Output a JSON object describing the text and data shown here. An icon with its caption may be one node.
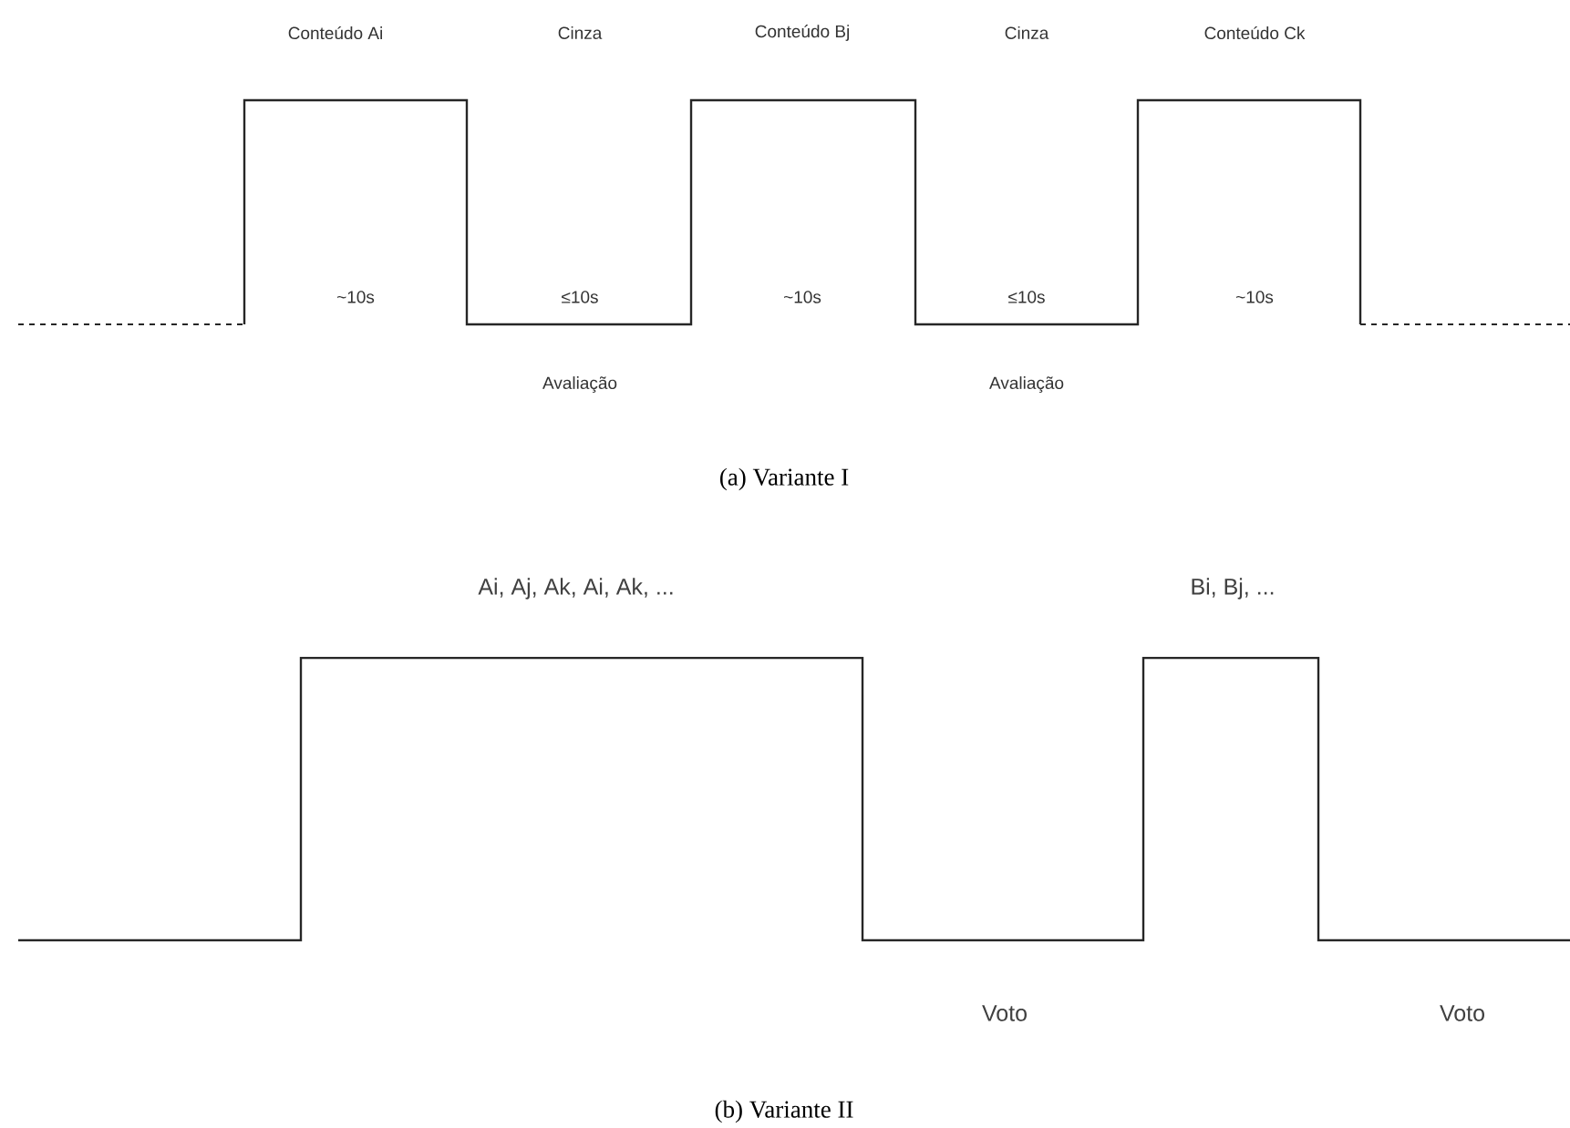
{
  "diagram": {
    "labels": [
      "Conteúdo Ai",
      "Cinza",
      "Conteúdo Bj",
      "Cinza",
      "Conteúdo Ck",
      "~10s",
      "≤10s",
      "~10s",
      "≤10s",
      "~10s",
      "Avaliação",
      "Avaliação",
      "(a) Variante I",
      "Ai, Aj, Ak, Ai, Ak, ...",
      "Bi, Bj, ...",
      "Voto",
      "Voto",
      "(b) Variante II"
    ]
  }
}
